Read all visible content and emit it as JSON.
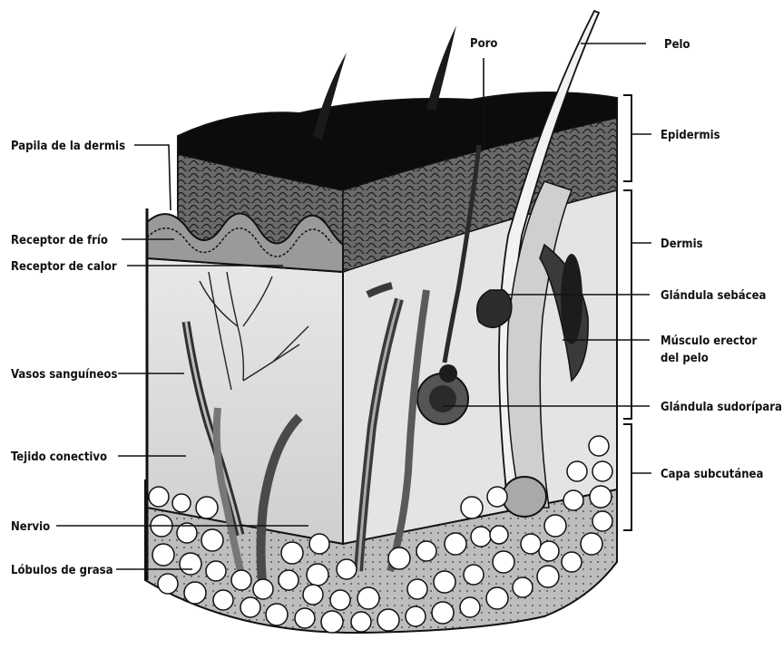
{
  "labels": {
    "papila": "Papila de la dermis",
    "frio": "Receptor de frío",
    "calor": "Receptor de calor",
    "vasos": "Vasos sanguíneos",
    "tejido": "Tejido conectivo",
    "nervio": "Nervio",
    "lobulos": "Lóbulos de grasa",
    "poro": "Poro",
    "pelo": "Pelo",
    "epidermis": "Epidermis",
    "dermis": "Dermis",
    "sebacea": "Glándula sebácea",
    "musculo_1": "Músculo erector",
    "musculo_2": "del pelo",
    "sudoripara": "Glándula sudorípara",
    "subcutanea": "Capa subcutánea"
  }
}
